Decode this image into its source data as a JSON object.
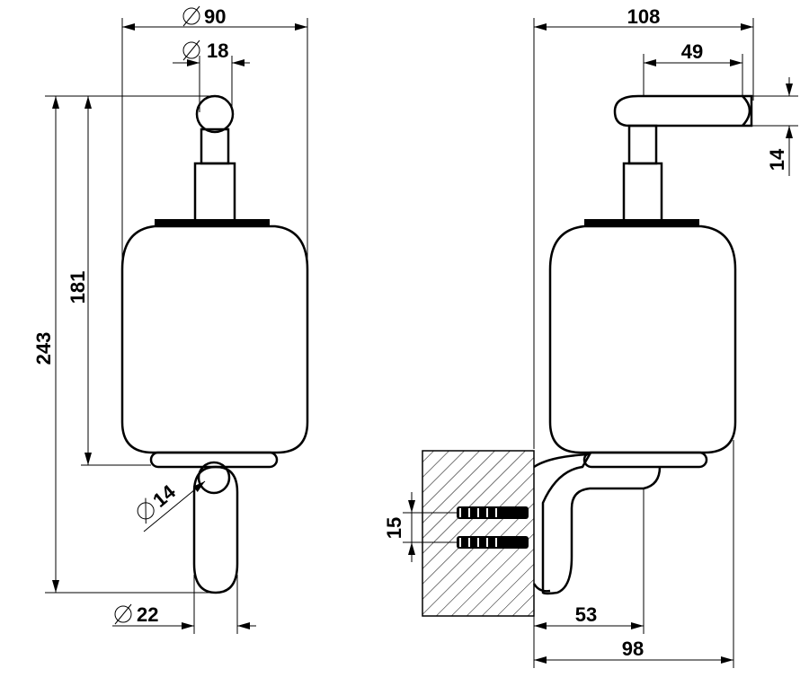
{
  "front_view": {
    "dim_diameter_top": {
      "symbol": "∅",
      "value": "90"
    },
    "dim_diameter_knob": {
      "symbol": "∅",
      "value": "18"
    },
    "dim_total_height": "243",
    "dim_body_height": "181",
    "dim_diameter_nozzle": {
      "symbol": "∅",
      "value": "14"
    },
    "dim_diameter_pump": {
      "symbol": "∅",
      "value": "22"
    }
  },
  "side_view": {
    "dim_total_depth": "108",
    "dim_lever_length": "49",
    "dim_lever_thickness": "14",
    "dim_screw_spacing": "15",
    "dim_bracket_offset": "53",
    "dim_body_depth": "98"
  }
}
